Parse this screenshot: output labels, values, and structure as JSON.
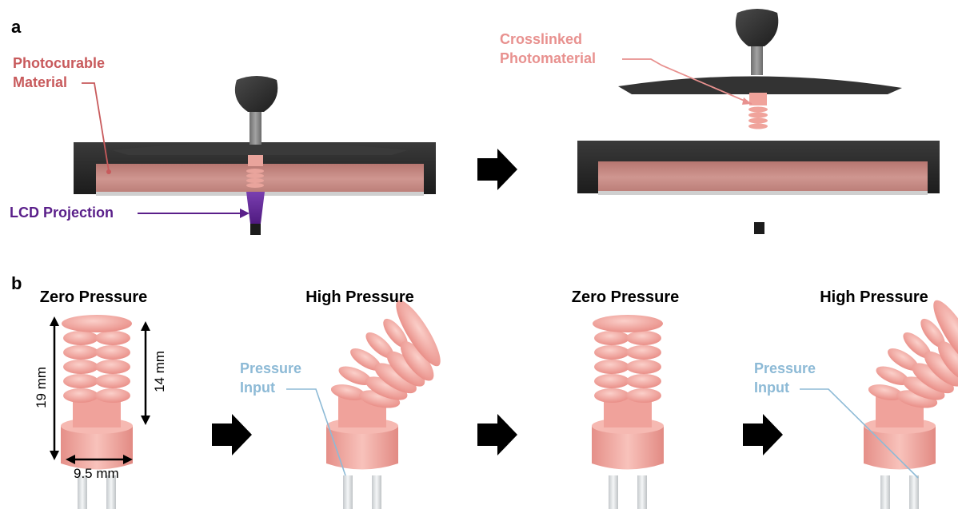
{
  "panel_a": {
    "letter": "a",
    "labels": {
      "photocurable_line1": "Photocurable",
      "photocurable_line2": "Material",
      "crosslinked_line1": "Crosslinked",
      "crosslinked_line2": "Photomaterial",
      "lcd": "LCD Projection"
    }
  },
  "panel_b": {
    "letter": "b",
    "headings": [
      "Zero Pressure",
      "High Pressure",
      "Zero Pressure",
      "High Pressure"
    ],
    "pressure_input_line1": "Pressure",
    "pressure_input_line2": "Input",
    "dimensions": {
      "height_total": "19 mm",
      "height_bellows": "14 mm",
      "width": "9.5 mm"
    }
  },
  "colors": {
    "photocurable": "#c85a5c",
    "crosslinked": "#e8918f",
    "lcd": "#5a1f8a",
    "pressure": "#8dbad6",
    "resin": "#c88b86",
    "actuator": "#f2a7a0",
    "tank": "#2a2a2a",
    "arrow": "#000000"
  },
  "icons": [
    "right-arrow-icon",
    "right-arrow-icon",
    "right-arrow-icon",
    "right-arrow-icon"
  ]
}
